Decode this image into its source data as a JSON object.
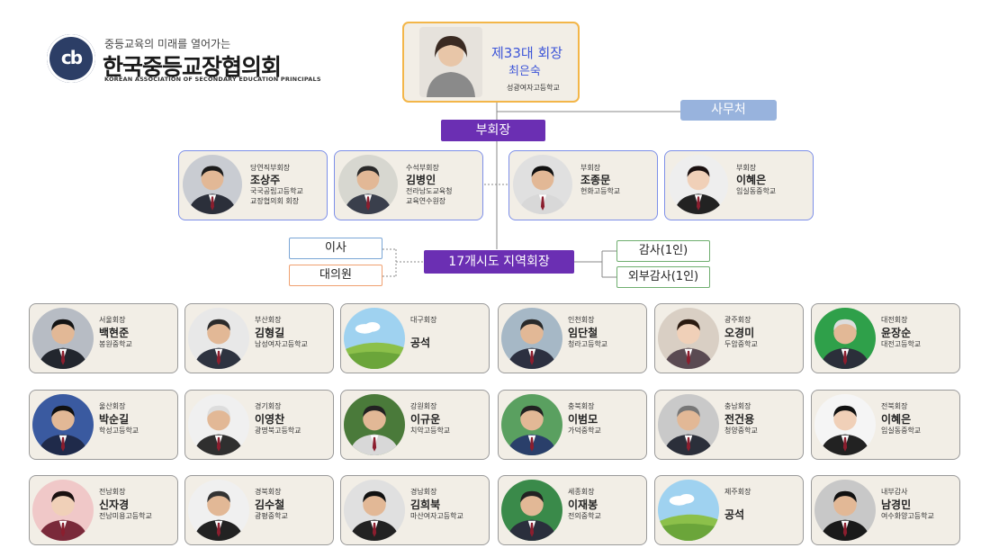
{
  "header": {
    "slogan": "중등교육의 미래를 열어가는",
    "org_name": "한국중등교장협의회",
    "org_name_en": "KOREAN ASSOCIATION OF SECONDARY EDUCATION PRINCIPALS",
    "logo_icon": "seal-logo-icon"
  },
  "president": {
    "title": "제33대 회장",
    "name": "최은숙",
    "school": "성광여자고등학교"
  },
  "office": "사무처",
  "vp_bar": "부회장",
  "vice_presidents": [
    {
      "role": "당연직부회장",
      "name": "조상주",
      "school": "국국공립고등학교",
      "school2": "교장협의회 회장"
    },
    {
      "role": "수석부회장",
      "name": "김병인",
      "school": "전라남도교육청",
      "school2": "교육연수원장"
    },
    {
      "role": "부회장",
      "name": "조종문",
      "school": "현화고등학교",
      "school2": ""
    },
    {
      "role": "부회장",
      "name": "이혜은",
      "school": "임실동중학교",
      "school2": ""
    }
  ],
  "regional_bar": "17개시도 지역회장",
  "left_boxes": {
    "directors": "이사",
    "delegates": "대의원"
  },
  "right_boxes": {
    "auditor": "감사(1인)",
    "external_auditor": "외부감사(1인)"
  },
  "regional": [
    {
      "role": "서울회장",
      "name": "백현준",
      "school": "봉원중학교",
      "photo": true
    },
    {
      "role": "부산회장",
      "name": "김형길",
      "school": "남성여자고등학교",
      "photo": true
    },
    {
      "role": "대구회장",
      "name": "공석",
      "school": "",
      "photo": false
    },
    {
      "role": "인천회장",
      "name": "임단철",
      "school": "청라고등학교",
      "photo": true
    },
    {
      "role": "광주회장",
      "name": "오경미",
      "school": "두암중학교",
      "photo": true
    },
    {
      "role": "대전회장",
      "name": "윤장순",
      "school": "대전고등학교",
      "photo": true
    },
    {
      "role": "울산회장",
      "name": "박순길",
      "school": "학성고등학교",
      "photo": true
    },
    {
      "role": "경기회장",
      "name": "이영찬",
      "school": "광명북고등학교",
      "photo": true
    },
    {
      "role": "강원회장",
      "name": "이규운",
      "school": "치악고등학교",
      "photo": true
    },
    {
      "role": "충북회장",
      "name": "이범모",
      "school": "가덕중학교",
      "photo": true
    },
    {
      "role": "충남회장",
      "name": "전건용",
      "school": "청양중학교",
      "photo": true
    },
    {
      "role": "전북회장",
      "name": "이혜은",
      "school": "임실동중학교",
      "photo": true
    },
    {
      "role": "전남회장",
      "name": "신자경",
      "school": "전남미용고등학교",
      "photo": true
    },
    {
      "role": "경북회장",
      "name": "김수철",
      "school": "광평중학교",
      "photo": true
    },
    {
      "role": "경남회장",
      "name": "김희북",
      "school": "마산여자고등학교",
      "photo": true
    },
    {
      "role": "세종회장",
      "name": "이재봉",
      "school": "전의중학교",
      "photo": true
    },
    {
      "role": "제주회장",
      "name": "공석",
      "school": "",
      "photo": false
    },
    {
      "role": "내부감사",
      "name": "남경민",
      "school": "여수화양고등학교",
      "photo": true
    }
  ],
  "colors": {
    "accent_purple": "#6b2fb3",
    "president_border": "#f3b649",
    "president_text": "#3d55d8",
    "card_bg": "#f2eee6",
    "vp_border": "#7d8fe8",
    "office_bg": "#98b3dd",
    "directors_border": "#7aa6d6",
    "delegates_border": "#f0a070",
    "auditor_border": "#6fae6f"
  }
}
